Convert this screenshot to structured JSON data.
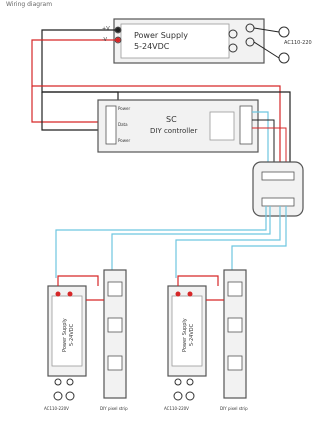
{
  "header": {
    "title": "Wiring diagram"
  },
  "power_supply_top": {
    "line1": "Power Supply",
    "line2": "5-24VDC",
    "plus": "+V",
    "minus": "-V",
    "ac_label": "AC110-220"
  },
  "controller": {
    "line1": "SC",
    "line2": "DIY controller",
    "pin_top": "Power",
    "pin_mid": "Data",
    "pin_bottom": "Power"
  },
  "lower_units": [
    {
      "psu_line1": "Power Supply",
      "psu_line2": "5-24VDC",
      "ac_label": "AC110-220V",
      "strip_label": "DIY pixel strip"
    },
    {
      "psu_line1": "Power Supply",
      "psu_line2": "5-24VDC",
      "ac_label": "AC110-220V",
      "strip_label": "DIY pixel strip"
    }
  ],
  "colors": {
    "red_wire": "#d62728",
    "black_wire": "#222222",
    "cyan_wire": "#6ec6e0",
    "device_fill": "#f2f2f2",
    "device_stroke": "#555555"
  }
}
